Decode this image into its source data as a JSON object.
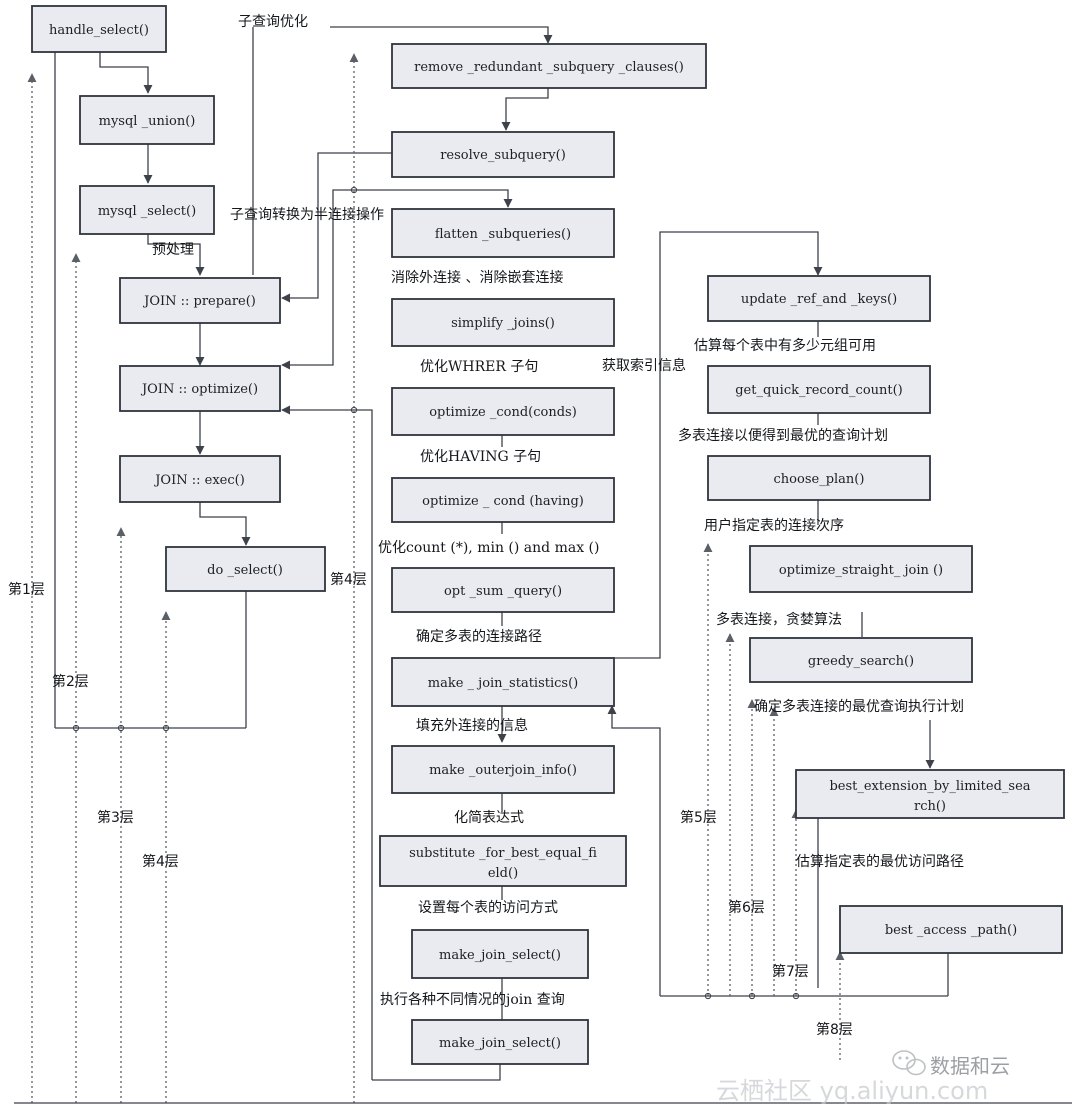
{
  "nodes": {
    "handle_select": "handle_select()",
    "mysql_union": "mysql _union()",
    "mysql_select": "mysql _select()",
    "join_prepare": "JOIN :: prepare()",
    "join_optimize": "JOIN :: optimize()",
    "join_exec": "JOIN :: exec()",
    "do_select": "do _select()",
    "remove_redundant": "remove _redundant _subquery _clauses()",
    "resolve_subquery": "resolve_subquery()",
    "flatten_subqueries": "flatten _subqueries()",
    "simplify_joins": "simplify _joins()",
    "optimize_cond_conds": "optimize _cond(conds)",
    "optimize_cond_having": "optimize _ cond (having)",
    "opt_sum_query": "opt _sum _query()",
    "make_join_statistics": "make _ join_statistics()",
    "make_outerjoin_info": "make _outerjoin_info()",
    "substitute_line1": "substitute _for_best_equal_fi",
    "substitute_line2": "eld()",
    "make_join_select_1": "make_join_select()",
    "make_join_select_2": "make_join_select()",
    "update_ref_and_keys": "update _ref_and _keys()",
    "get_quick_record_count": "get_quick_record_count()",
    "choose_plan": "choose_plan()",
    "optimize_straight_join": "optimize_straight_ join ()",
    "greedy_search": "greedy_search()",
    "best_extension_line1": "best_extension_by_limited_sea",
    "best_extension_line2": "rch()",
    "best_access_path": "best _access _path()"
  },
  "labels": {
    "subquery_opt": "子查询优化",
    "subquery_semijoin": "子查询转换为半连接操作",
    "preprocess": "预处理",
    "eliminate_joins": "消除外连接 、消除嵌套连接",
    "opt_where": "优化WHRER 子句",
    "opt_having": "优化HAVING 子句",
    "opt_count": "优化count (*), min () and max ()",
    "determine_path": "确定多表的连接路径",
    "fill_outer": "填充外连接的信息",
    "simplify_expr": "化简表达式",
    "set_access": "设置每个表的访问方式",
    "exec_join": "执行各种不同情况的join 查询",
    "get_index": "获取索引信息",
    "estimate_tuples": "估算每个表中有多少元组可用",
    "best_plan": "多表连接以便得到最优的查询计划",
    "user_order": "用户指定表的连接次序",
    "greedy": "多表连接，贪婪算法",
    "determine_best": "确定多表连接的最优查询执行计划",
    "estimate_access": "估算指定表的最优访问路径"
  },
  "layers": {
    "l1": "第1层",
    "l2": "第2层",
    "l3": "第3层",
    "l4a": "第4层",
    "l4b": "第4层",
    "l5": "第5层",
    "l6": "第6层",
    "l7": "第7层",
    "l8": "第8层"
  },
  "watermark": {
    "brand": "数据和云",
    "site": "云栖社区 yq.aliyun.com"
  }
}
